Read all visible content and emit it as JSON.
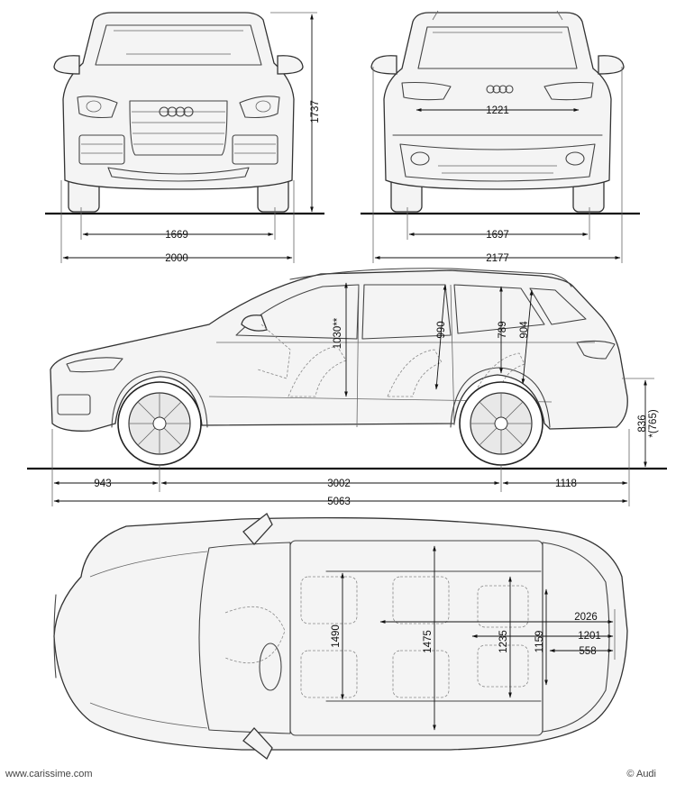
{
  "dimensions": {
    "front_height": "1737",
    "front_track": "1669",
    "front_overall_width": "2000",
    "rear_width": "1221",
    "rear_track": "1697",
    "rear_overall_width": "2177",
    "front_headroom": "1030**",
    "rear_headroom": "990",
    "third_row_headroom": "789",
    "cargo_height": "904",
    "load_sill_height": "836",
    "load_sill_alt": "*(765)",
    "front_overhang": "943",
    "wheelbase": "3002",
    "rear_overhang": "1118",
    "overall_length": "5063",
    "front_shoulder_width": "1490",
    "rear_shoulder_width": "1475",
    "third_row_width": "1235",
    "cargo_width_wheelarch": "1159",
    "cargo_length_max": "2026",
    "cargo_length_rear_row": "1201",
    "cargo_length_third_row": "558"
  },
  "footer": {
    "website": "www.carissime.com",
    "copyright": "© Audi"
  }
}
